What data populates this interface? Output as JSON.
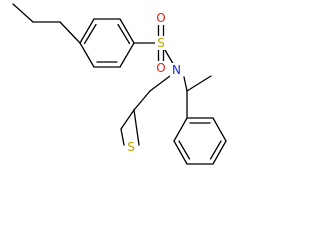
{
  "molecule": {
    "atoms": {
      "sulfonyl_sulfur": {
        "symbol": "S",
        "color": "#b8a500"
      },
      "sulfonyl_oxygen_top": {
        "symbol": "O",
        "color": "#e0201c"
      },
      "sulfonyl_oxygen_bottom": {
        "symbol": "O",
        "color": "#e0201c"
      },
      "amine_nitrogen": {
        "symbol": "N",
        "color": "#1a2fd6"
      },
      "thiirane_sulfur": {
        "symbol": "S",
        "color": "#b8a500"
      }
    }
  }
}
